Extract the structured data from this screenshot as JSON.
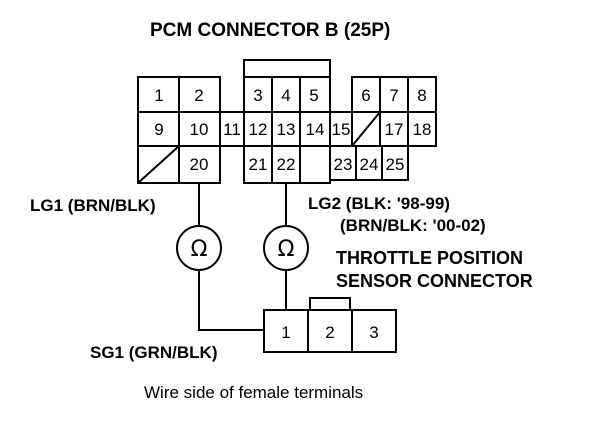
{
  "pcm_connector": {
    "title": "PCM CONNECTOR B (25P)",
    "pins": {
      "p1": "1",
      "p2": "2",
      "p3": "3",
      "p4": "4",
      "p5": "5",
      "p6": "6",
      "p7": "7",
      "p8": "8",
      "p9": "9",
      "p10": "10",
      "p11": "11",
      "p12": "12",
      "p13": "13",
      "p14": "14",
      "p15": "15",
      "p17": "17",
      "p18": "18",
      "p20": "20",
      "p21": "21",
      "p22": "22",
      "p23": "23",
      "p24": "24",
      "p25": "25"
    }
  },
  "wires": {
    "lg1": "LG1 (BRN/BLK)",
    "lg2_line1": "LG2 (BLK: '98-99)",
    "lg2_line2": "(BRN/BLK: '00-02)",
    "sg1": "SG1 (GRN/BLK)"
  },
  "meters": {
    "symbol": "Ω"
  },
  "tp_sensor_connector": {
    "title_line1": "THROTTLE POSITION",
    "title_line2": "SENSOR CONNECTOR",
    "pins": {
      "p1": "1",
      "p2": "2",
      "p3": "3"
    }
  },
  "caption": "Wire side of female terminals"
}
